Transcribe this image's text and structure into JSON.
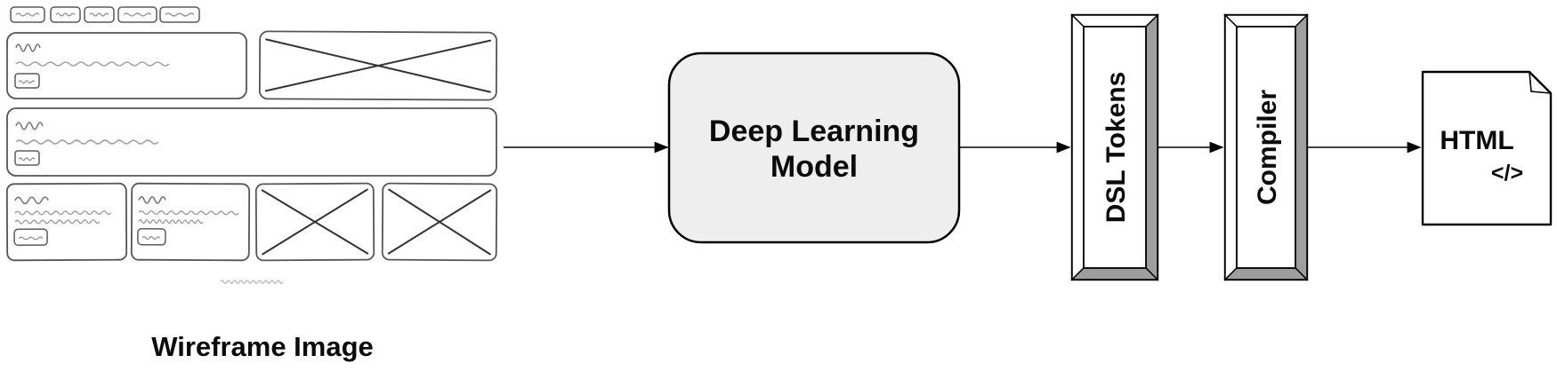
{
  "colors": {
    "model_fill": "#eeeeee",
    "shade": "#9e9e9e",
    "line": "#000000",
    "sketch_stroke": "#555555"
  },
  "wireframe": {
    "caption": "Wireframe Image"
  },
  "pipeline": {
    "model_box": {
      "lines": [
        "Deep Learning",
        "Model"
      ]
    },
    "dsl_box": {
      "label": "DSL Tokens"
    },
    "compiler_box": {
      "label": "Compiler"
    },
    "output_doc": {
      "title": "HTML",
      "code_glyph": "</>"
    }
  }
}
